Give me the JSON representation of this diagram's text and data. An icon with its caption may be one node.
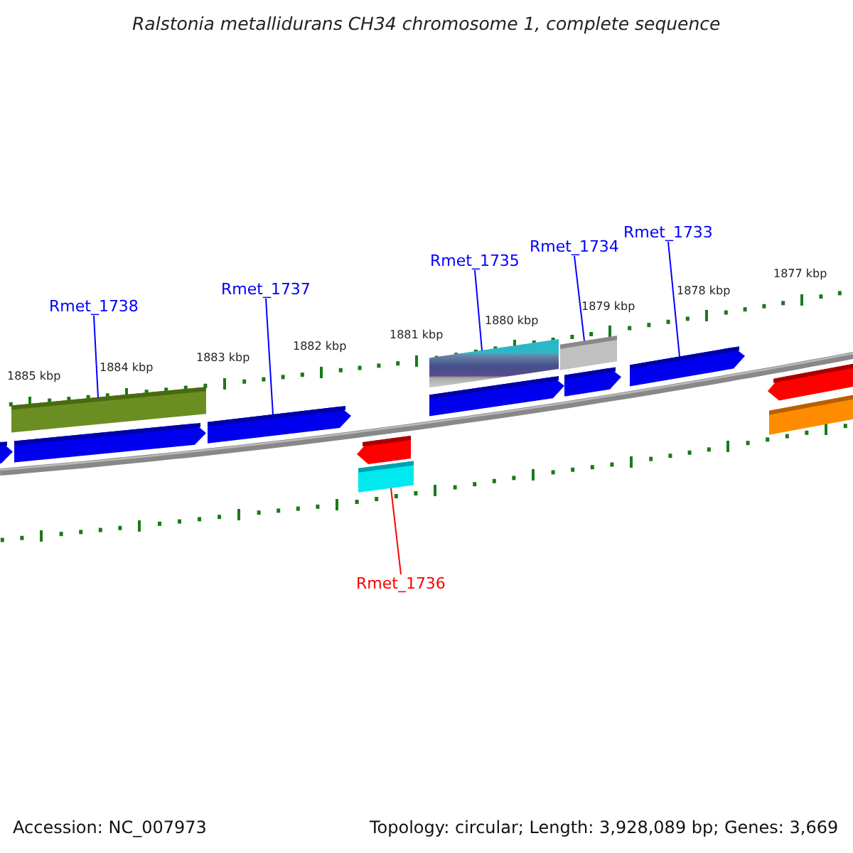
{
  "diagram": {
    "title": "Ralstonia metallidurans CH34 chromosome 1, complete sequence",
    "nodes": [
      {
        "text": [
          "Rmet_1738"
        ]
      },
      {
        "text": [
          "Rmet_1737"
        ]
      },
      {
        "text": [
          "Rmet_1735"
        ]
      },
      {
        "text": [
          "Rmet_1734"
        ]
      },
      {
        "text": [
          "Rmet_1733"
        ]
      },
      {
        "text": [
          "Rmet_1736"
        ]
      },
      {
        "text": [],
        "shape": "bar"
      },
      {
        "text": [],
        "shape": "arrow"
      },
      {
        "text": [],
        "shape": "bar"
      },
      {
        "text": [],
        "shape": "bar"
      },
      {
        "text": [],
        "shape": "arrow"
      },
      {
        "text": [],
        "shape": "bar"
      },
      {
        "text": [],
        "shape": "arrow"
      },
      {
        "text": [],
        "shape": "arrow"
      },
      {
        "text": [],
        "shape": "arrow"
      },
      {
        "text": [],
        "shape": "arrow"
      },
      {
        "text": [],
        "shape": "arrow"
      },
      {
        "text": [],
        "shape": "arrow"
      },
      {
        "text": [],
        "shape": "bar"
      }
    ],
    "edges": [
      {
        "from": 0,
        "to": 6,
        "arrow": "none"
      },
      {
        "from": 1,
        "to": 7,
        "arrow": "none"
      },
      {
        "from": 2,
        "to": 8,
        "arrow": "none"
      },
      {
        "from": 3,
        "to": 9,
        "arrow": "none"
      },
      {
        "from": 4,
        "to": 10,
        "arrow": "none"
      },
      {
        "from": 5,
        "to": 11,
        "arrow": "none",
        "color": "#ff0000"
      }
    ],
    "labels": [
      "1885 kbp",
      "1884 kbp",
      "1883 kbp",
      "1882 kbp",
      "1881 kbp",
      "1880 kbp",
      "1879 kbp",
      "1878 kbp",
      "1877 kbp",
      "Accession: NC_007973",
      "Topology: circular; Length: 3,928,089 bp; Genes: 3,669"
    ]
  }
}
